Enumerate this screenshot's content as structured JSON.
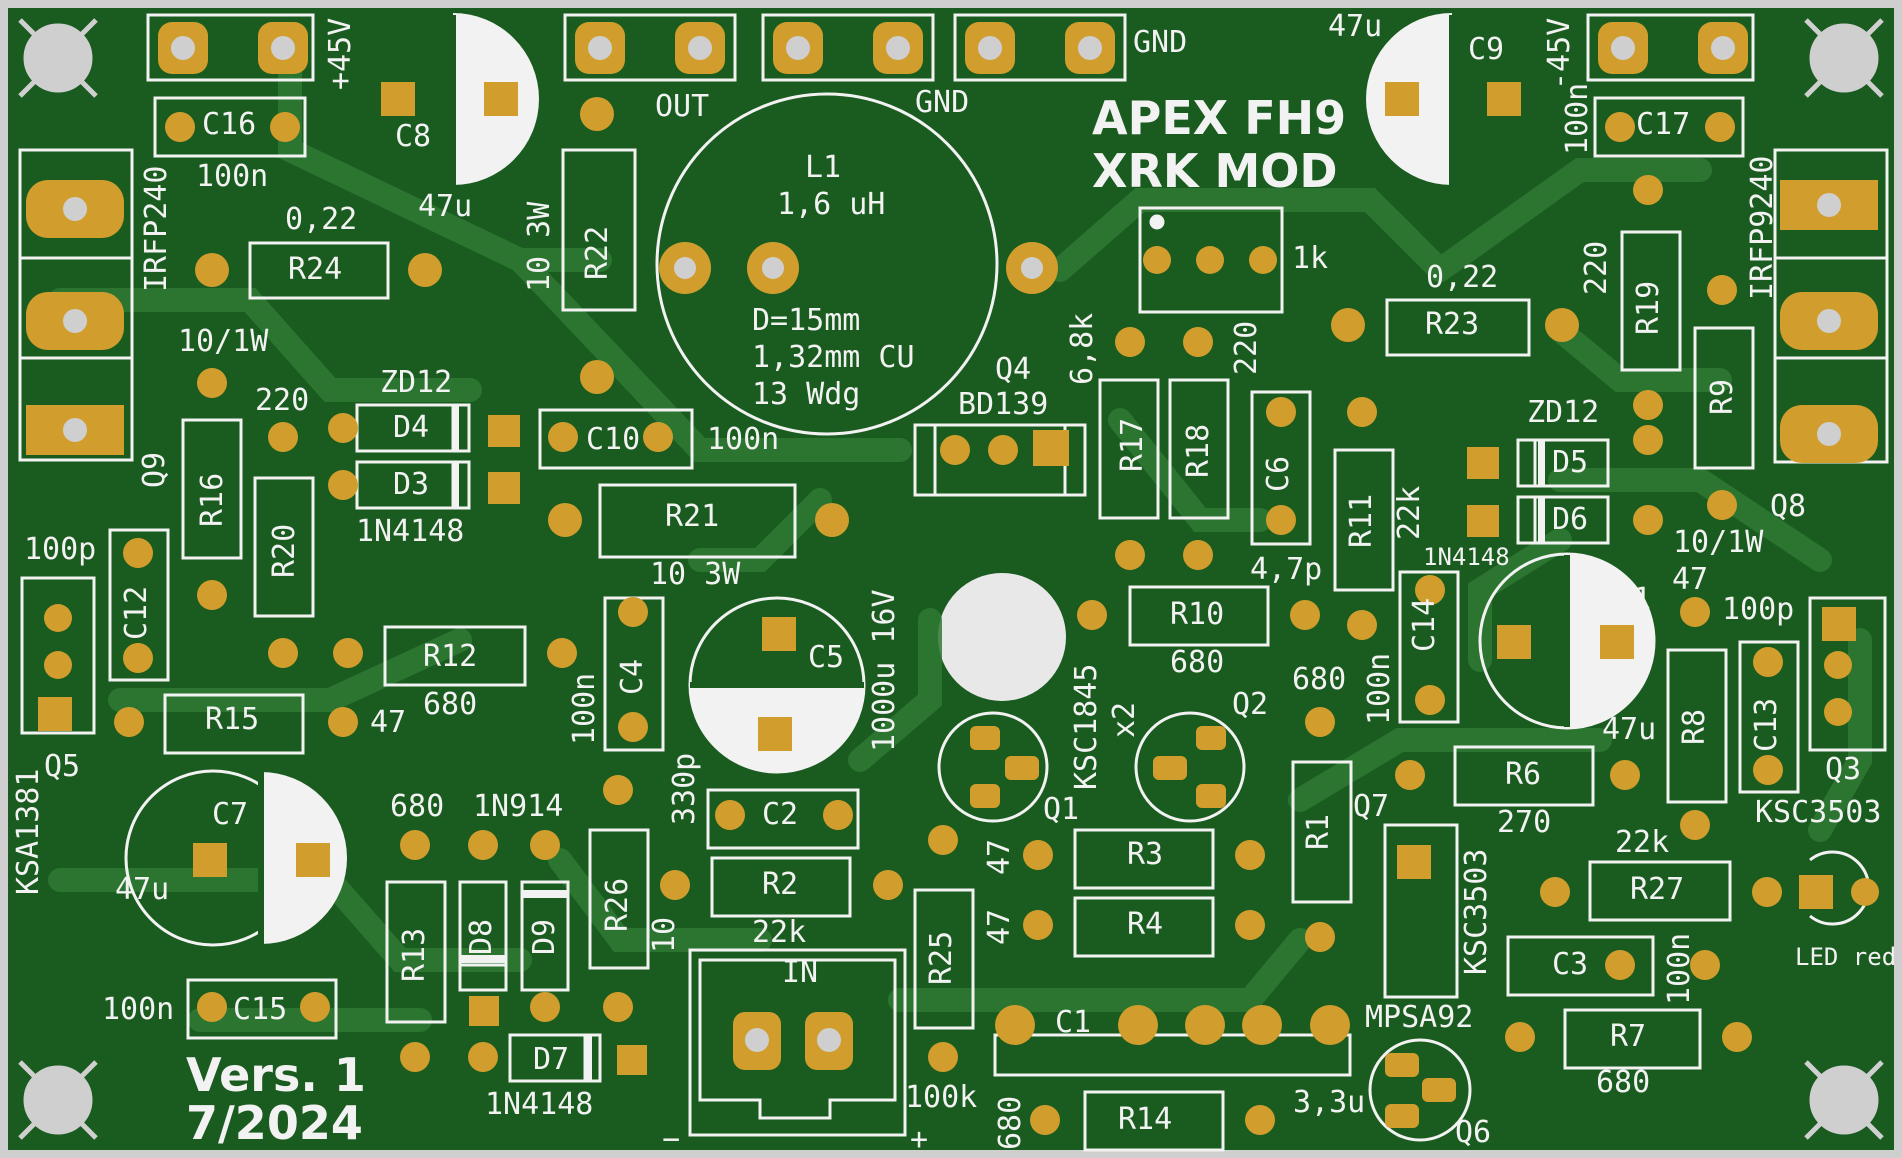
{
  "board": {
    "title_line1": "APEX FH9",
    "title_line2": "XRK MOD",
    "version_line1": "Vers. 1",
    "version_line2": "7/2024"
  },
  "colors": {
    "soldermask": "#1a5b1f",
    "copper": "#d19e2e",
    "silkscreen": "#f2f2f2",
    "board_edge": "#cfcfcf"
  },
  "labels": {
    "p45": "+45V",
    "n45": "-45V",
    "out": "OUT",
    "gnd1": "GND",
    "gnd2": "GND",
    "c8": "C8",
    "c9": "C9",
    "c16": "C16",
    "c17": "C17",
    "c8v": "47u",
    "c9v": "47u",
    "c16v": "100n",
    "c17v": "100n",
    "irfp240": "IRFP240",
    "irfp9240": "IRFP9240",
    "q9": "Q9",
    "q8": "Q8",
    "r24": "R24",
    "r24v": "0,22",
    "r23": "R23",
    "r23v": "0,22",
    "r22": "R22",
    "r22v": "10 3W",
    "l1": "L1",
    "l1v": "1,6 uH",
    "l1d1": "D=15mm",
    "l1d2": "1,32mm CU",
    "l1d3": "13 Wdg",
    "pot": "1k",
    "r16": "R16",
    "r16v": "10/1W",
    "r20": "R20",
    "r20v": "220",
    "zd_l": "ZD12",
    "d4": "D4",
    "d3": "D3",
    "d3v": "1N4148",
    "zd_r": "ZD12",
    "d5": "D5",
    "d6": "D6",
    "d6v": "1N4148",
    "c10": "C10",
    "c10v": "100n",
    "q4": "Q4",
    "q4v": "BD139",
    "r17": "R17",
    "r17v": "6,8k",
    "r18": "R18",
    "r18v": "220",
    "c6": "C6",
    "c6v": "4,7p",
    "r11": "R11",
    "r11v": "22k",
    "r19": "R19",
    "r19v": "220",
    "r9": "R9",
    "r9v": "10/1W",
    "c12": "C12",
    "c12v": "100p",
    "r21": "R21",
    "r21v": "10 3W",
    "r12": "R12",
    "r12v": "680",
    "r15": "R15",
    "r15v": "47",
    "q5": "Q5",
    "q5v": "KSA1381",
    "c4": "C4",
    "c4v": "100n",
    "c5": "C5",
    "c5v": "1000u 16V",
    "r10": "R10",
    "r10v": "680",
    "ksc1845": "KSC1845",
    "x2": "x2",
    "q1": "Q1",
    "q2": "Q2",
    "c14": "C14",
    "c14v": "100n",
    "c11": "C11",
    "c11v": "47u",
    "r8": "R8",
    "r8v": "47",
    "c13": "C13",
    "c13v": "100p",
    "q3": "Q3",
    "q3v": "KSC3503",
    "c7": "C7",
    "c7v": "47u",
    "r13": "R13",
    "r13v": "680",
    "d8": "D8",
    "d9": "D9",
    "d89v": "1N914",
    "r26": "R26",
    "r26v": "10",
    "c2": "C2",
    "c2v": "330p",
    "r2": "R2",
    "r2v": "22k",
    "r25": "R25",
    "r25v": "100k",
    "in": "IN",
    "in_m": "−",
    "in_p": "+",
    "r3": "R3",
    "r3v": "47",
    "r4": "R4",
    "r4v": "47",
    "r1": "R1",
    "r1v": "680",
    "q7": "Q7",
    "q7v": "KSC3503",
    "r6": "R6",
    "r6v": "270",
    "r27": "R27",
    "r27v": "22k",
    "led": "LED red",
    "c3": "C3",
    "c3v": "100n",
    "c1": "C1",
    "c1v": "3,3u",
    "mpsa92": "MPSA92",
    "q6": "Q6",
    "r7": "R7",
    "r7v": "680",
    "r14": "R14",
    "r14v": "680",
    "c15": "C15",
    "c15v": "100n",
    "d7": "D7",
    "d7v": "1N4148"
  }
}
